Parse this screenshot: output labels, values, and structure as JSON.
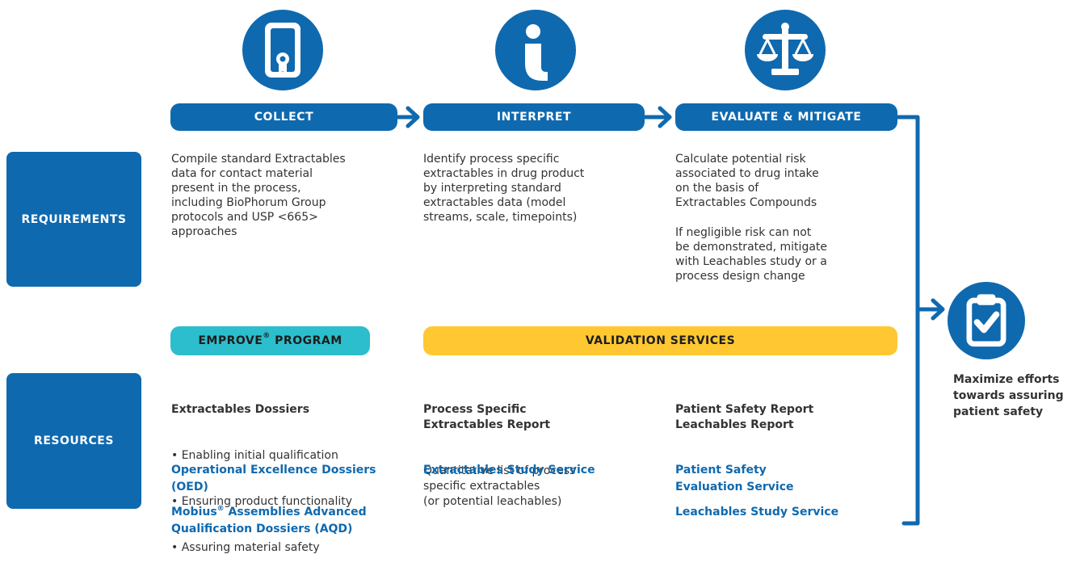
{
  "colors": {
    "primary_blue": "#0f69af",
    "cyan": "#2dbecd",
    "yellow": "#ffc832",
    "text": "#333333"
  },
  "steps": [
    {
      "label": "COLLECT",
      "icon": "certificate-document-icon"
    },
    {
      "label": "INTERPRET",
      "icon": "info-icon"
    },
    {
      "label": "EVALUATE & MITIGATE",
      "icon": "scales-icon"
    }
  ],
  "row_labels": {
    "requirements": "REQUIREMENTS",
    "resources": "RESOURCES"
  },
  "requirements": {
    "collect": "Compile standard Extractables\ndata for contact material\npresent in the process,\nincluding BioPhorum Group\nprotocols and USP <665>\napproaches",
    "interpret": "Identify process specific\nextractables in drug product\nby interpreting standard\nextractables data (model\nstreams, scale, timepoints)",
    "evaluate": "Calculate potential risk\nassociated to drug intake\non the basis of\nExtractables Compounds",
    "mitigate": "If negligible risk can not\nbe demonstrated, mitigate\nwith Leachables study or a\nprocess design change"
  },
  "programs": {
    "emprove": {
      "name": "EMPROVE",
      "mark": "®",
      "suffix": " PROGRAM"
    },
    "validation": "VALIDATION SERVICES"
  },
  "resources": {
    "emprove": {
      "title": "Extractables Dossiers",
      "bullets": [
        "• Enabling initial qualification",
        "• Ensuring product functionality",
        "• Assuring material safety"
      ],
      "links": [
        {
          "text": "Operational Excellence Dossiers\n(OED)"
        },
        {
          "name": "Mobius",
          "mark": "®",
          "suffix": " Assemblies Advanced\nQualification Dossiers (AQD)"
        }
      ]
    },
    "interpret": {
      "title": "Process Specific\nExtractables Report",
      "description": "Quantitative list of process\nspecific extractables\n(or potential leachables)",
      "links": [
        "Extractables Study Service"
      ]
    },
    "evaluate": {
      "title": "Patient Safety Report\nLeachables Report",
      "links": [
        "Patient Safety\nEvaluation Service",
        "Leachables Study Service"
      ]
    }
  },
  "outcome": {
    "icon": "clipboard-check-icon",
    "text": "Maximize efforts\ntowards assuring\npatient safety"
  }
}
